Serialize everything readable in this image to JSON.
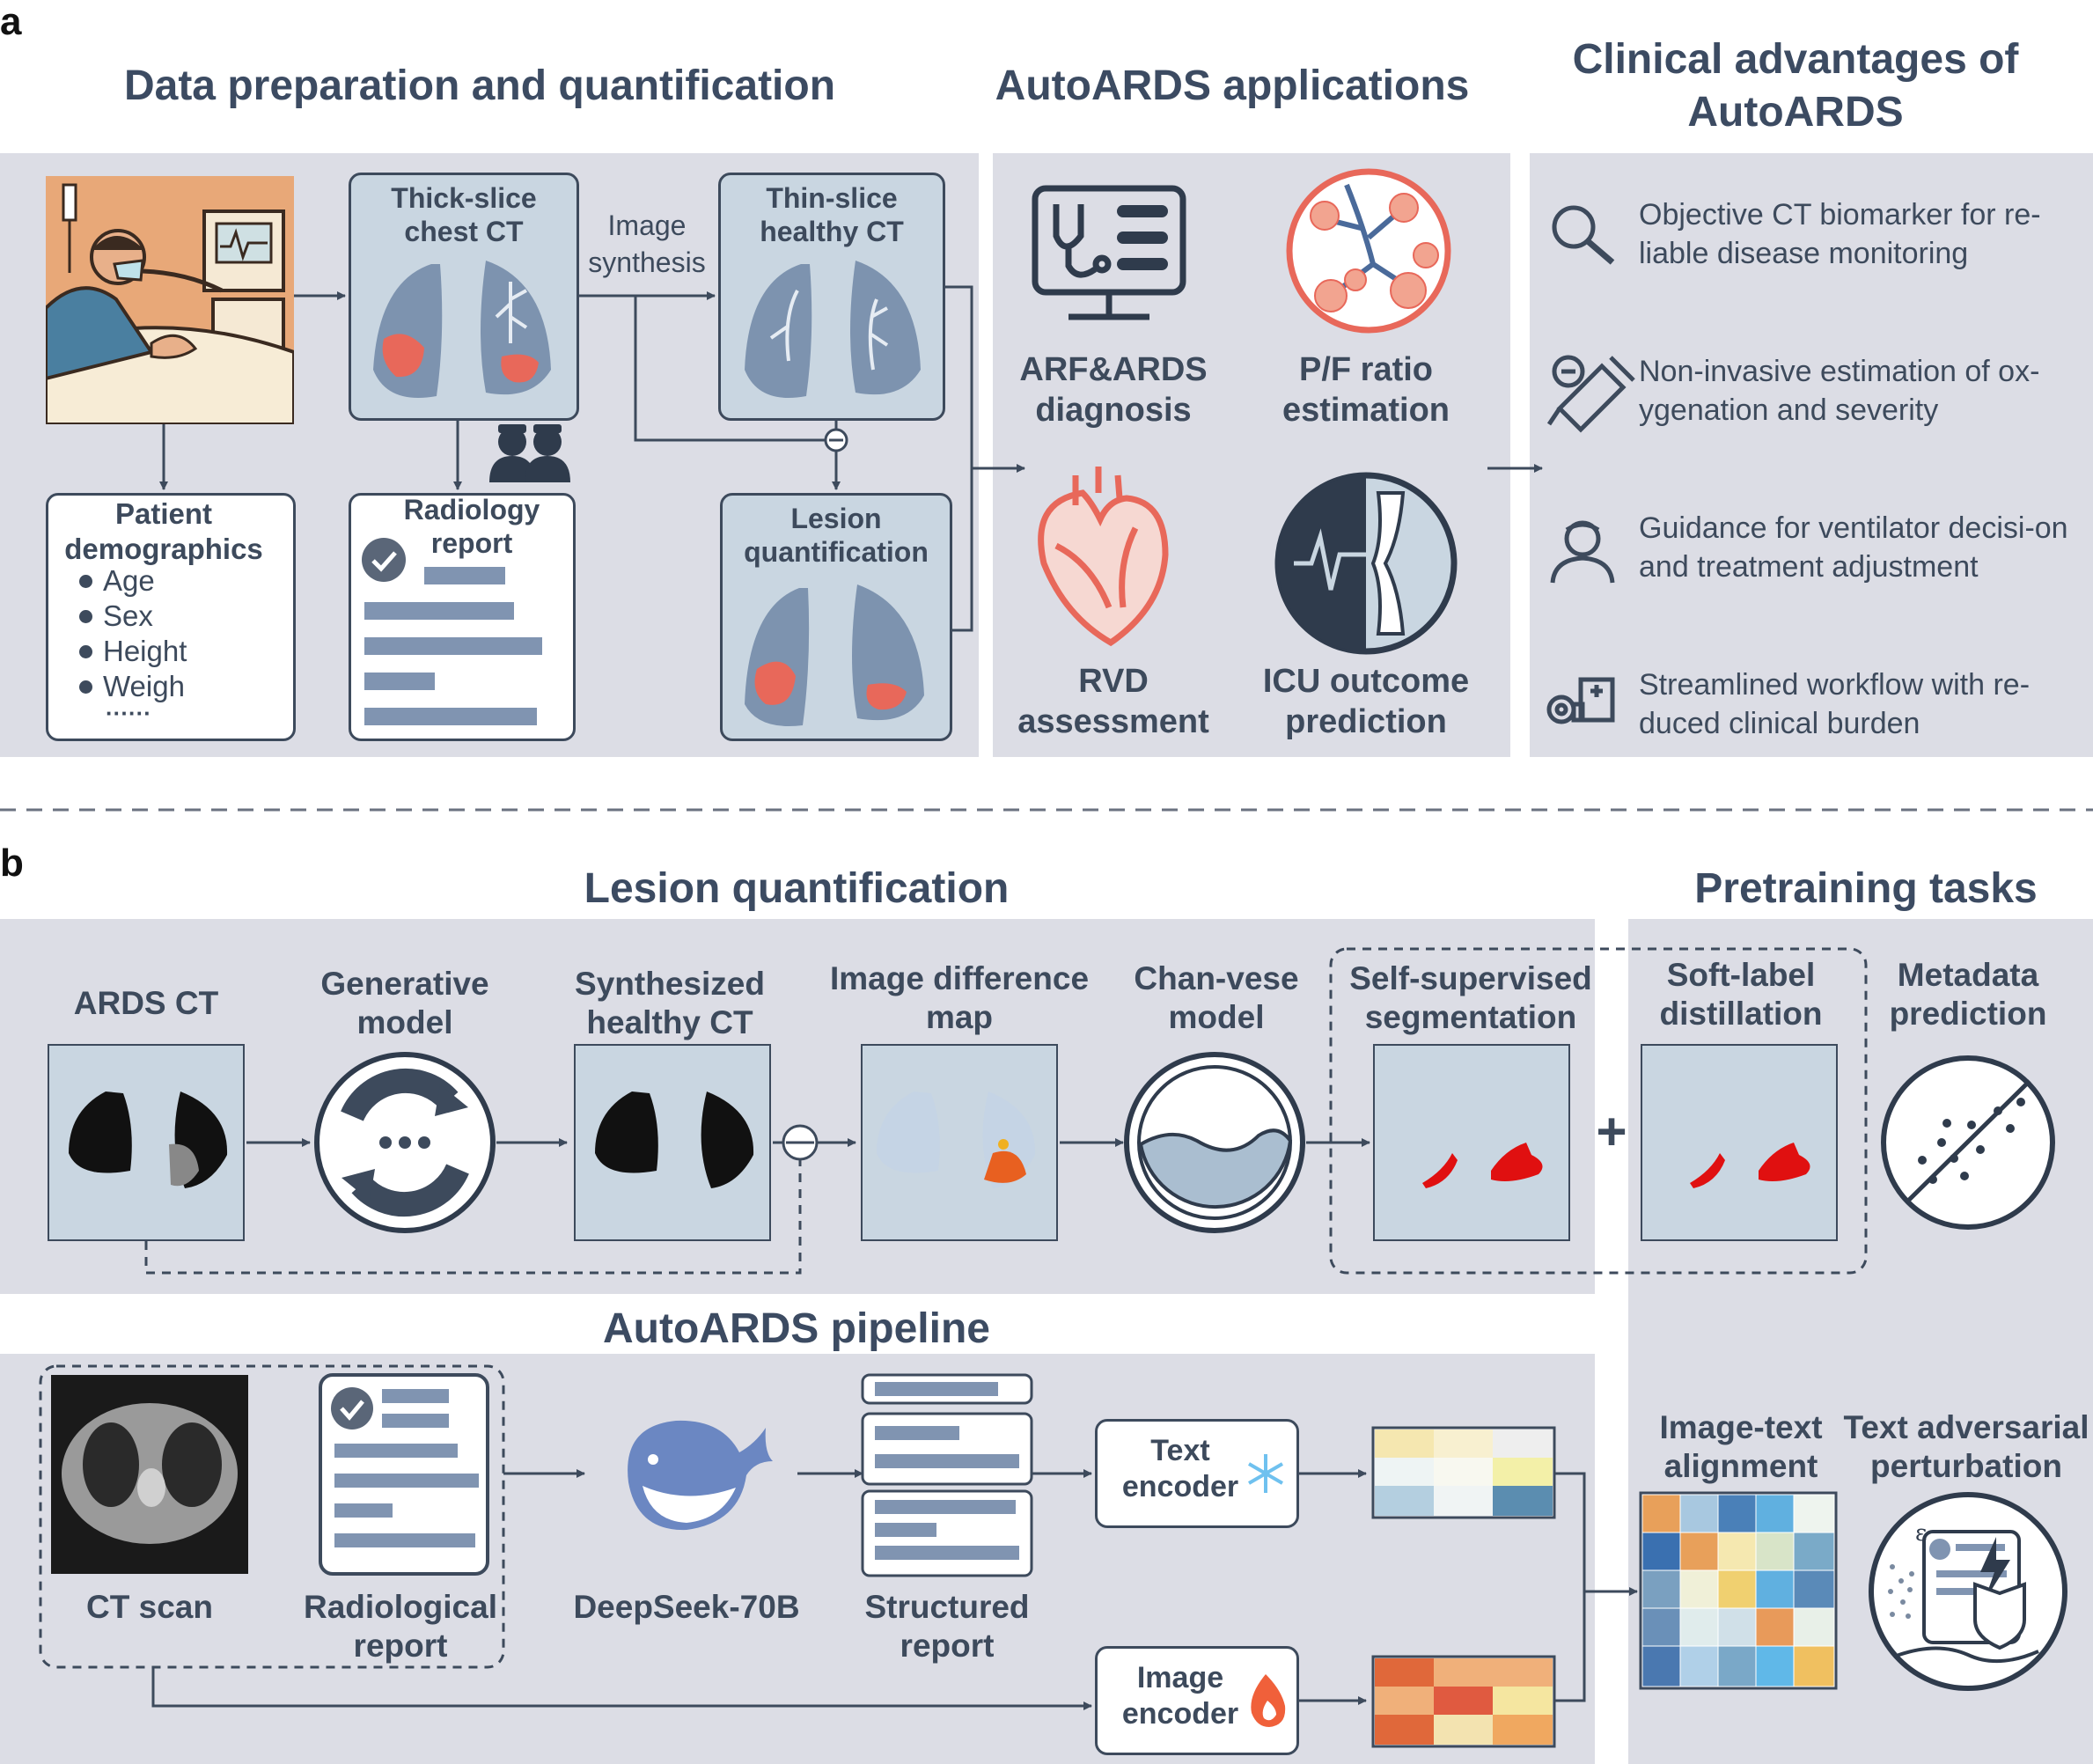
{
  "panel_a": {
    "letter": "a",
    "titles": {
      "data_prep": "Data preparation and quantification",
      "applications": "AutoARDS applications",
      "advantages": "Clinical advantages of AutoARDS"
    },
    "thick_ct": "Thick-slice chest CT",
    "image_synthesis": "Image synthesis",
    "thin_ct": "Thin-slice healthy CT",
    "lesion_quant": "Lesion quantification",
    "radiology_report": "Radiology report",
    "demographics": {
      "title": "Patient demographics",
      "items": [
        "Age",
        "Sex",
        "Height",
        "Weigh"
      ],
      "more": "······"
    },
    "apps": {
      "arf": "ARF&ARDS diagnosis",
      "pf": "P/F ratio estimation",
      "rvd": "RVD assessment",
      "icu": "ICU outcome prediction"
    },
    "advantages": [
      "Objective CT biomarker for re-liable disease monitoring",
      "Non-invasive estimation of ox-ygenation and severity",
      "Guidance for ventilator decisi-on and treatment adjustment",
      "Streamlined workflow with re-duced clinical burden"
    ],
    "advantage_icons": [
      "magnifier-icon",
      "syringe-icon",
      "doctor-icon",
      "hospital-gear-icon"
    ]
  },
  "panel_b": {
    "letter": "b",
    "lesion_title": "Lesion quantification",
    "pretraining_title": "Pretraining tasks",
    "pipeline_title": "AutoARDS pipeline",
    "steps": {
      "ards_ct": "ARDS CT",
      "generative": "Generative model",
      "synth": "Synthesized healthy CT",
      "diffmap": "Image difference map",
      "chanvese": "Chan-vese model",
      "selfsup": "Self-supervised segmentation",
      "softlabel": "Soft-label distillation",
      "metadata": "Metadata prediction",
      "plus": "+"
    },
    "pipeline": {
      "ct_scan": "CT scan",
      "rad_report": "Radiological report",
      "llm": "DeepSeek-70B",
      "structured": "Structured report",
      "text_encoder": "Text encoder",
      "image_encoder": "Image encoder",
      "alignment": "Image-text alignment",
      "adversarial": "Text adversarial perturbation"
    }
  },
  "colors": {
    "dark": "#3d4a5c",
    "panel_bg": "#dcdde5",
    "lung": "#7d93af",
    "ct_box": "#c9d6e1",
    "lesion": "#e8685a",
    "bar": "#8094b1",
    "seg_red": "#e01010"
  }
}
